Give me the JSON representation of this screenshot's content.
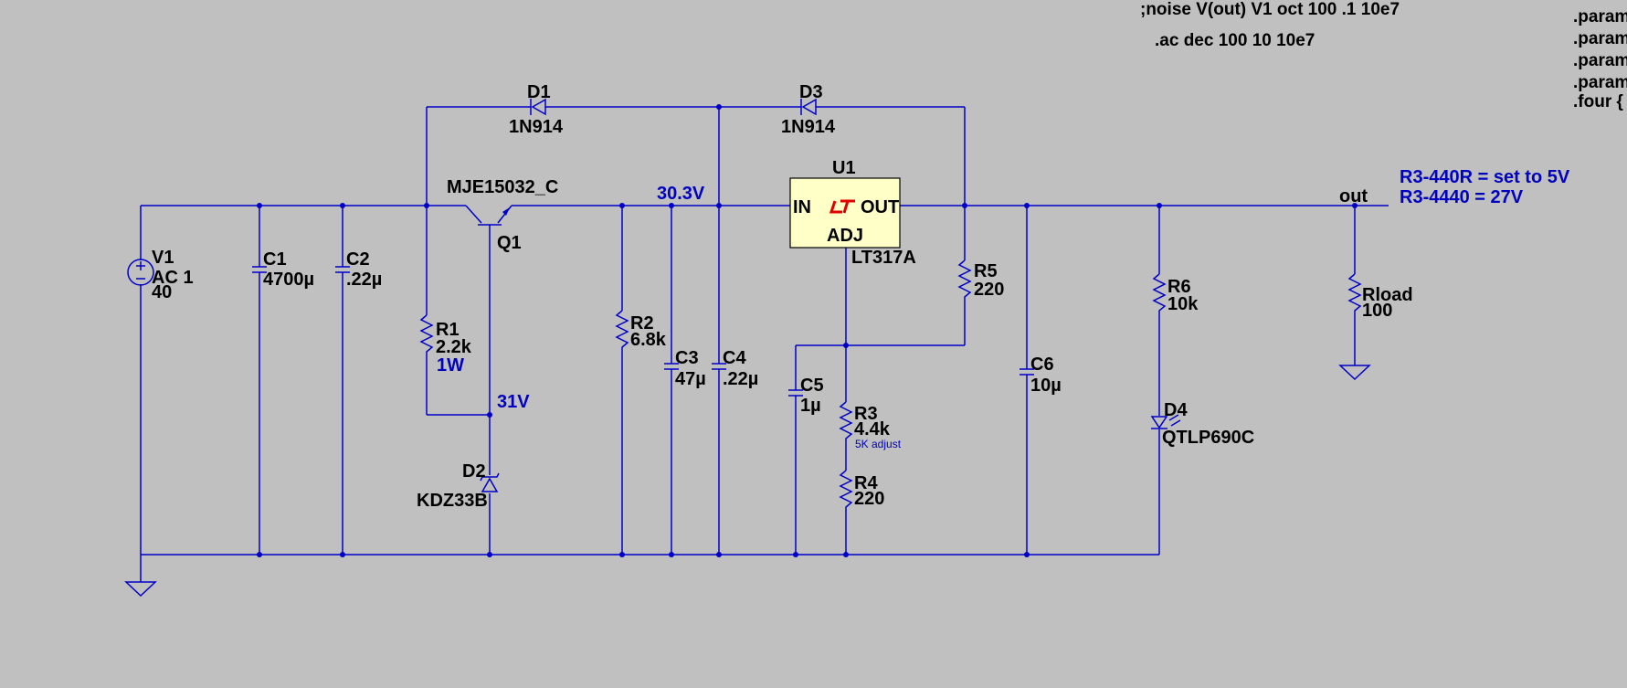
{
  "directives": {
    "noise": ";noise V(out) V1 oct 100 .1 10e7",
    "ac": ".ac dec 100 10 10e7",
    "params": [
      ".param",
      ".param",
      ".param",
      ".param",
      ".four {"
    ]
  },
  "notes": {
    "line1": "R3-440R  = set to 5V",
    "line2": "R3-4440  = 27V"
  },
  "net_labels": {
    "vin_label": "30.3V",
    "zener_label": "31V",
    "out_label": "out"
  },
  "components": {
    "V1": {
      "name": "V1",
      "value1": "AC 1",
      "value2": "40"
    },
    "C1": {
      "name": "C1",
      "value": "4700µ"
    },
    "C2": {
      "name": "C2",
      "value": ".22µ"
    },
    "Q1": {
      "name": "Q1",
      "model": "MJE15032_C"
    },
    "R1": {
      "name": "R1",
      "value": "2.2k",
      "note": "1W"
    },
    "D1": {
      "name": "D1",
      "model": "1N914"
    },
    "D2": {
      "name": "D2",
      "model": "KDZ33B"
    },
    "D3": {
      "name": "D3",
      "model": "1N914"
    },
    "R2": {
      "name": "R2",
      "value": "6.8k"
    },
    "C3": {
      "name": "C3",
      "value": "47µ"
    },
    "C4": {
      "name": "C4",
      "value": ".22µ"
    },
    "U1": {
      "name": "U1",
      "model": "LT317A",
      "pin_in": "IN",
      "pin_out": "OUT",
      "pin_adj": "ADJ"
    },
    "C5": {
      "name": "C5",
      "value": "1µ"
    },
    "R3": {
      "name": "R3",
      "value": "4.4k",
      "note": "5K adjust"
    },
    "R4": {
      "name": "R4",
      "value": "220"
    },
    "R5": {
      "name": "R5",
      "value": "220"
    },
    "C6": {
      "name": "C6",
      "value": "10µ"
    },
    "R6": {
      "name": "R6",
      "value": "10k"
    },
    "D4": {
      "name": "D4",
      "model": "QTLP690C"
    },
    "Rload": {
      "name": "Rload",
      "value": "100"
    }
  },
  "colors": {
    "background": "#c0c0c0",
    "wire": "#0000c8",
    "ic_fill": "#ffffc8",
    "logo": "#e00000"
  }
}
